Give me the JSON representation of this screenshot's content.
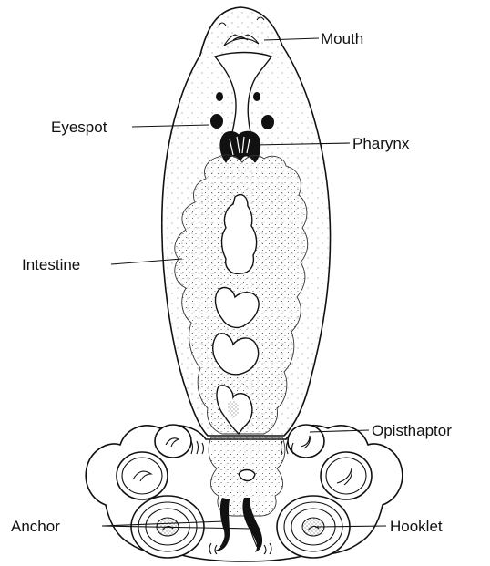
{
  "labels": {
    "mouth": "Mouth",
    "eyespot": "Eyespot",
    "pharynx": "Pharynx",
    "intestine": "Intestine",
    "opisthaptor": "Opisthaptor",
    "anchor": "Anchor",
    "hooklet": "Hooklet"
  },
  "colors": {
    "ink": "#111111",
    "paper": "#ffffff",
    "stipple": "#555555"
  }
}
